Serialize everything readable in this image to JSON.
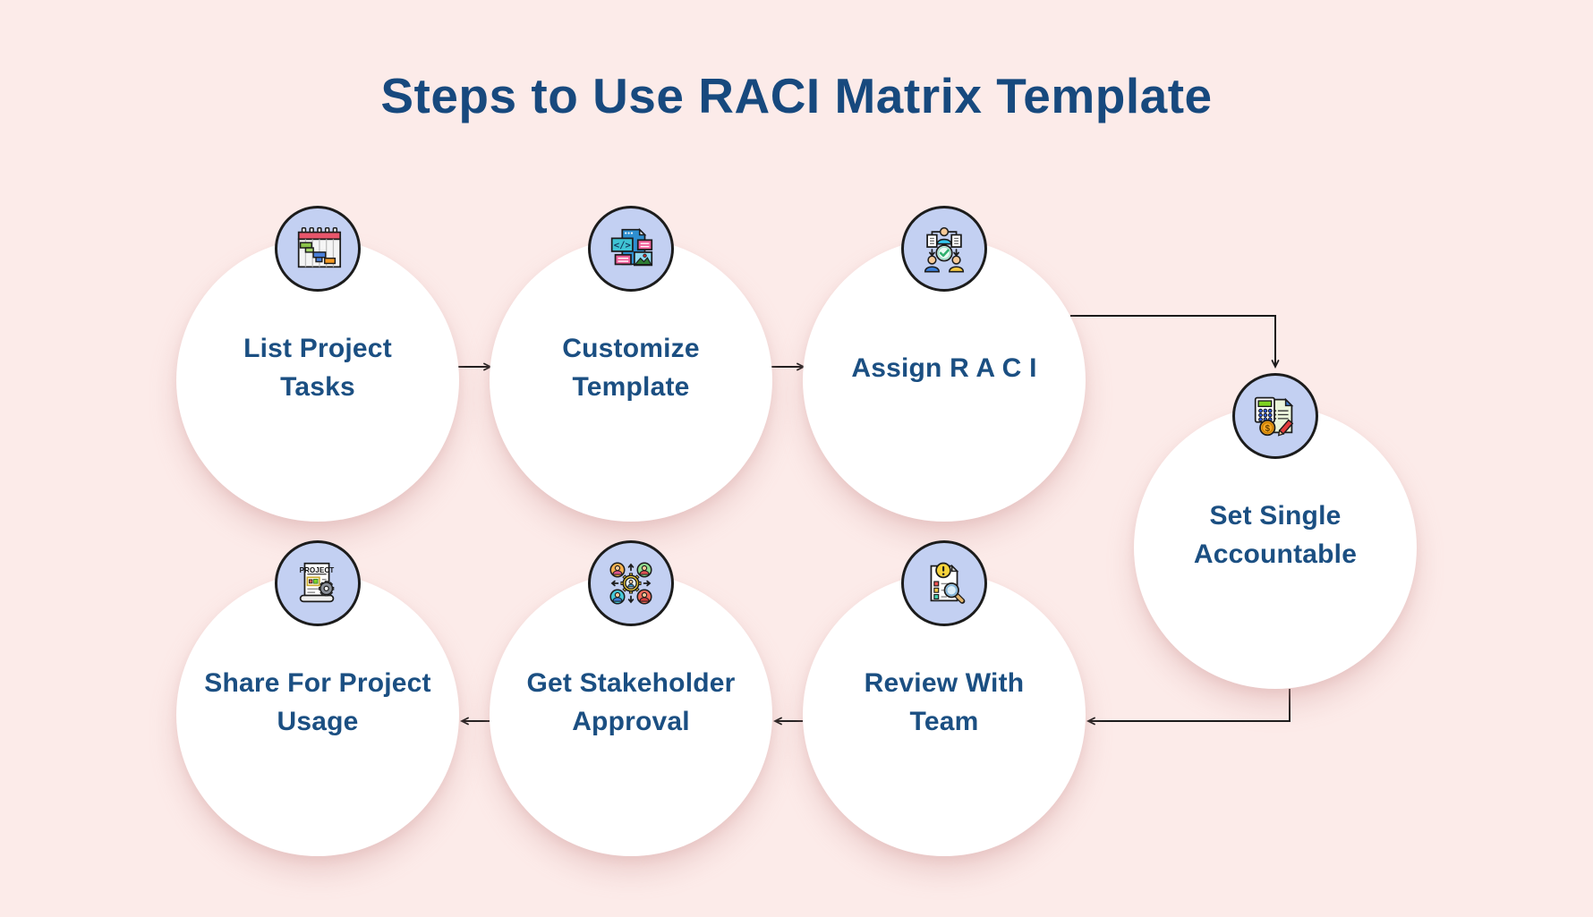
{
  "title": "Steps to Use RACI Matrix Template",
  "steps": [
    {
      "id": 1,
      "label": "List Project Tasks",
      "lines": [
        "List Project",
        "Tasks"
      ],
      "icon": "gantt-schedule-icon"
    },
    {
      "id": 2,
      "label": "Customize Template",
      "lines": [
        "Customize",
        "Template"
      ],
      "icon": "template-editor-icon"
    },
    {
      "id": 3,
      "label": "Assign R A C I",
      "lines": [
        "Assign R A C I"
      ],
      "icon": "team-assignment-icon"
    },
    {
      "id": 4,
      "label": "Set Single Accountable",
      "lines": [
        "Set Single",
        "Accountable"
      ],
      "icon": "calculator-document-icon"
    },
    {
      "id": 5,
      "label": "Review With Team",
      "lines": [
        "Review With",
        "Team"
      ],
      "icon": "document-review-icon"
    },
    {
      "id": 6,
      "label": "Get Stakeholder Approval",
      "lines": [
        "Get Stakeholder",
        "Approval"
      ],
      "icon": "stakeholder-network-icon"
    },
    {
      "id": 7,
      "label": "Share For Project Usage",
      "lines": [
        "Share For Project",
        "Usage"
      ],
      "icon": "project-share-icon"
    }
  ],
  "flow": [
    {
      "from": 1,
      "to": 2
    },
    {
      "from": 2,
      "to": 3
    },
    {
      "from": 3,
      "to": 4
    },
    {
      "from": 4,
      "to": 5
    },
    {
      "from": 5,
      "to": 6
    },
    {
      "from": 6,
      "to": 7
    }
  ],
  "colors": {
    "background": "#fcebe9",
    "title_text": "#17497e",
    "step_text": "#1b4f82",
    "icon_badge_bg": "#c3d0f2",
    "icon_badge_border": "#1c1c1c",
    "step_circle_bg": "#ffffff",
    "connector": "#1a1a1a"
  }
}
